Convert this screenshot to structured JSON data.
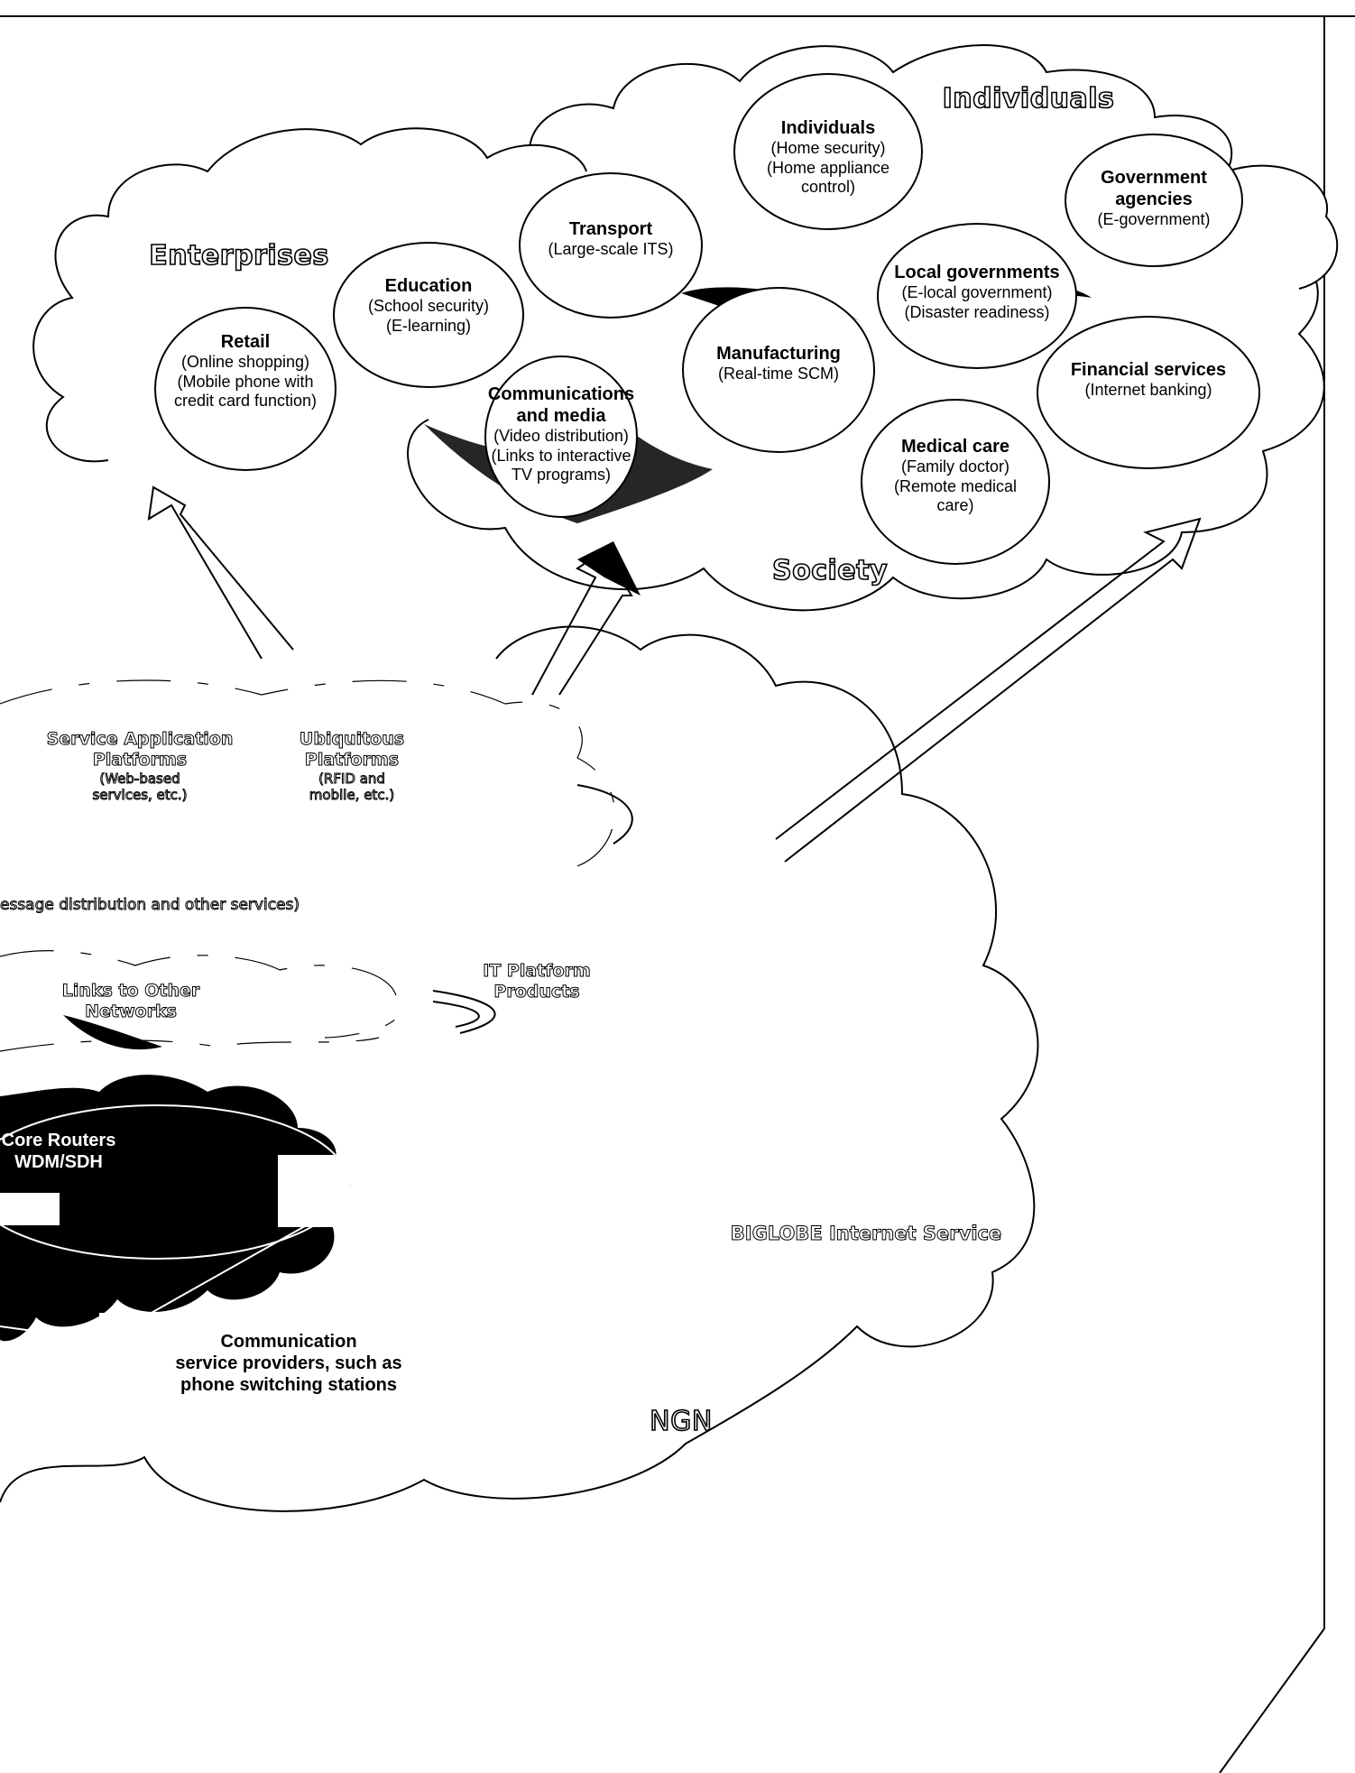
{
  "regions": {
    "individuals": "Individuals",
    "enterprises": "Enterprises",
    "society": "Society"
  },
  "nodes": {
    "individuals": {
      "title": "Individuals",
      "lines": [
        "(Home security)",
        "(Home appliance",
        "control)"
      ]
    },
    "government": {
      "title": [
        "Government",
        "agencies"
      ],
      "lines": [
        "(E-government)"
      ]
    },
    "transport": {
      "title": "Transport",
      "lines": [
        "(Large-scale ITS)"
      ]
    },
    "education": {
      "title": "Education",
      "lines": [
        "(School security)",
        "(E-learning)"
      ]
    },
    "retail": {
      "title": "Retail",
      "lines": [
        "(Online shopping)",
        "(Mobile phone with",
        "credit card function)"
      ]
    },
    "local_gov": {
      "title": "Local governments",
      "lines": [
        "(E-local government)",
        "(Disaster readiness)"
      ]
    },
    "manufacturing": {
      "title": "Manufacturing",
      "lines": [
        "(Real-time SCM)"
      ]
    },
    "financial": {
      "title": "Financial services",
      "lines": [
        "(Internet banking)"
      ]
    },
    "communications": {
      "title": [
        "Communications",
        "and media"
      ],
      "lines": [
        "(Video distribution)",
        "(Links to interactive",
        "TV programs)"
      ]
    },
    "medical": {
      "title": "Medical care",
      "lines": [
        "(Family doctor)",
        "(Remote medical",
        "care)"
      ]
    }
  },
  "platforms": {
    "service_app": {
      "title": [
        "Service Application",
        "Platforms"
      ],
      "sub": [
        "(Web-based",
        "services, etc.)"
      ]
    },
    "ubiquitous": {
      "title": [
        "Ubiquitous",
        "Platforms"
      ],
      "sub": [
        "(RFID and",
        "mobile, etc.)"
      ]
    },
    "message_dist": "essage distribution and other services)",
    "links_other": [
      "Links to Other",
      "Networks"
    ],
    "it_platform": [
      "IT Platform",
      "Products"
    ]
  },
  "network": {
    "core_routers": [
      "Core Routers",
      "WDM/SDH"
    ],
    "providers": [
      "Communication",
      "service providers, such as",
      "phone switching stations"
    ],
    "biglobe": "BIGLOBE Internet Service",
    "ngn": "NGN"
  }
}
